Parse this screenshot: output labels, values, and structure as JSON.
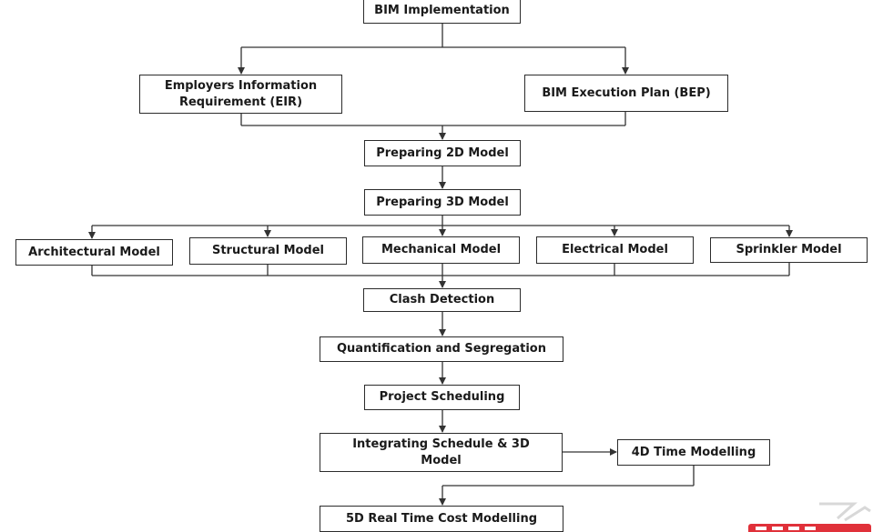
{
  "diagram": {
    "nodes": {
      "bim_implementation": "BIM Implementation",
      "eir": "Employers Information Requirement (EIR)",
      "bep": "BIM Execution Plan (BEP)",
      "prep_2d": "Preparing 2D Model",
      "prep_3d": "Preparing 3D Model",
      "architectural": "Architectural Model",
      "structural": "Structural Model",
      "mechanical": "Mechanical Model",
      "electrical": "Electrical Model",
      "sprinkler": "Sprinkler Model",
      "clash": "Clash Detection",
      "quantification": "Quantification and Segregation",
      "scheduling": "Project Scheduling",
      "integrating": "Integrating Schedule & 3D Model",
      "time_4d": "4D Time Modelling",
      "cost_5d": "5D Real Time Cost Modelling"
    },
    "edges": [
      [
        "bim_implementation",
        "eir"
      ],
      [
        "bim_implementation",
        "bep"
      ],
      [
        "eir",
        "prep_2d"
      ],
      [
        "bep",
        "prep_2d"
      ],
      [
        "prep_2d",
        "prep_3d"
      ],
      [
        "prep_3d",
        "architectural"
      ],
      [
        "prep_3d",
        "structural"
      ],
      [
        "prep_3d",
        "mechanical"
      ],
      [
        "prep_3d",
        "electrical"
      ],
      [
        "prep_3d",
        "sprinkler"
      ],
      [
        "architectural",
        "clash"
      ],
      [
        "structural",
        "clash"
      ],
      [
        "mechanical",
        "clash"
      ],
      [
        "electrical",
        "clash"
      ],
      [
        "sprinkler",
        "clash"
      ],
      [
        "clash",
        "quantification"
      ],
      [
        "quantification",
        "scheduling"
      ],
      [
        "scheduling",
        "integrating"
      ],
      [
        "integrating",
        "time_4d"
      ],
      [
        "time_4d",
        "cost_5d"
      ]
    ],
    "line_color": "#333333",
    "logo_color": "#e0313a"
  }
}
